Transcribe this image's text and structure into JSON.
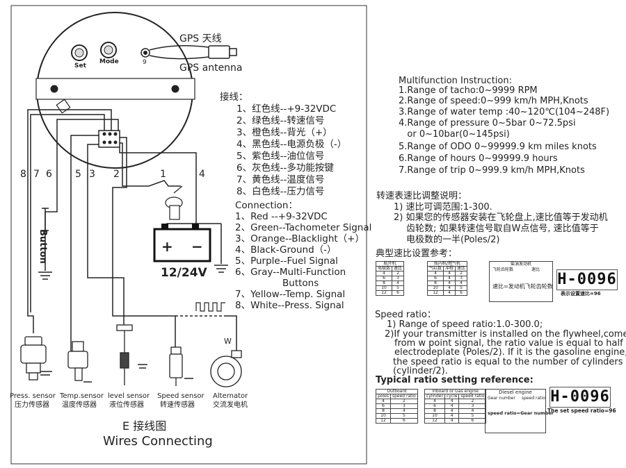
{
  "gauge": {
    "set_label": "Set",
    "mode_label": "Mode",
    "port_number": "9"
  },
  "gps": {
    "label_cn": "GPS 天线",
    "label_en": "GPS antenna"
  },
  "wiring_cn": {
    "title": "接线：",
    "items": [
      "1、红色线--+9-32VDC",
      "2、绿色线--转速信号",
      "3、橙色线--背光（+）",
      "4、黑色线--电源负极（-）",
      "5、紫色线--油位信号",
      "6、灰色线--多功能按键",
      "7、黄色线--温度信号",
      "8、白色线--压力信号"
    ]
  },
  "connection": {
    "title": "Connection：",
    "items": [
      "1、Red --+9-32VDC",
      "2、Green--Tachometer Signal",
      "3、Orange--Blacklight（+）",
      "4、Black-Ground（-）",
      "5、Purple--Fuel Signal",
      "6、Gray--Multi-Function",
      "Buttons",
      "7、Yellow--Temp. Signal",
      "8、White--Press. Signal"
    ]
  },
  "battery": {
    "plus": "+",
    "minus": "−",
    "voltage": "12/24V"
  },
  "button_label": "Button",
  "wire_numbers": [
    "8",
    "7",
    "6",
    "5",
    "3",
    "2",
    "1",
    "4"
  ],
  "alternator_w": "W",
  "sensors": [
    {
      "en": "Press. sensor",
      "cn": "压力传感器"
    },
    {
      "en": "Temp.sensor",
      "cn": "温度传感器"
    },
    {
      "en": "level sensor",
      "cn": "液位传感器"
    },
    {
      "en": "Speed sensor",
      "cn": "转速传感器"
    },
    {
      "en": "Alternator",
      "cn": "交流发电机"
    }
  ],
  "figure": {
    "title_cn": "E 接线图",
    "title_en": "Wires Connecting"
  },
  "multifunction": {
    "title": "Multifunction Instruction:",
    "items": [
      "1.Range of tacho:0~9999 RPM",
      "2.Range of speed:0~999 km/h MPH,Knots",
      "3.Range of water temp :40~120℃(104~248F)",
      "4.Range of pressure  0~5bar 0~72.5psi",
      "   or 0~10bar(0~145psi)",
      "5.Range of ODO 0~99999.9 km miles knots",
      "6.Range of hours 0~99999.9 hours",
      "7.Range of trip 0~999.9 km/h MPH,Knots"
    ]
  },
  "ratio_cn": {
    "title": "转速表速比调整说明：",
    "items": [
      "1) 速比可调范围:1-300.",
      "2) 如果您的传感器安装在飞轮盘上,速比值等于发动机",
      "齿轮数; 如果转速信号取自W点信号, 速比值等于",
      "电极数的一半(Poles/2)"
    ],
    "ref_title": "典型速比设置参考："
  },
  "ratio_table_cn": {
    "g1_header": "舷外机",
    "g1_cols": [
      "电极数",
      "速比"
    ],
    "g1_rows": [
      [
        "4",
        "2"
      ],
      [
        "6",
        "3"
      ],
      [
        "8",
        "4"
      ],
      [
        "10",
        "5"
      ],
      [
        "12",
        "6"
      ]
    ],
    "g2_header": "舷内机/燃气机",
    "g2_cols": [
      "气缸数",
      "冲程",
      "速比"
    ],
    "g2_rows": [
      [
        "4",
        "4",
        "2"
      ],
      [
        "6",
        "4",
        "3"
      ],
      [
        "8",
        "4",
        "4"
      ],
      [
        "10",
        "4",
        "5"
      ],
      [
        "12",
        "4",
        "6"
      ]
    ],
    "g3_header": "柴油发动机",
    "g3_cols": [
      "飞轮齿轮数",
      "速比"
    ],
    "g3_formula": "速比=发动机飞轮齿轮数",
    "lcd": "H-0096",
    "caption": "表示设置速比=96"
  },
  "ratio_en": {
    "title": "Speed ratio：",
    "items": [
      "1) Range of speed ratio:1.0-300.0;",
      "2)If your transmitter is installed on the flywheel,come",
      "from w point signal, the ratio value is equal to half",
      "electrodeplate (Poles/2). If it is the gasoline engine,",
      "the speed ratio is equal to the   number of cylinders",
      "(cylinder/2)."
    ],
    "ref_title": "Typical ratio setting reference:"
  },
  "ratio_table_en": {
    "g1_header": "Outboard",
    "g1_cols": [
      "poles",
      "speed ratio"
    ],
    "g1_rows": [
      [
        "4",
        "2"
      ],
      [
        "6",
        "3"
      ],
      [
        "8",
        "4"
      ],
      [
        "10",
        "5"
      ],
      [
        "12",
        "6"
      ]
    ],
    "g2_header": "Inboard or Gas engine",
    "g2_cols": [
      "cylinder",
      "cycle",
      "speed ratio"
    ],
    "g2_rows": [
      [
        "4",
        "4",
        "2"
      ],
      [
        "6",
        "4",
        "3"
      ],
      [
        "8",
        "4",
        "4"
      ],
      [
        "10",
        "4",
        "5"
      ],
      [
        "12",
        "4",
        "6"
      ]
    ],
    "g3_header": "Diesel engine",
    "g3_cols": [
      "Gear number",
      "speed ratio"
    ],
    "g3_formula": "speed ratio=Gear number",
    "lcd": "H-0096",
    "caption": "The set speed ratio=96"
  }
}
